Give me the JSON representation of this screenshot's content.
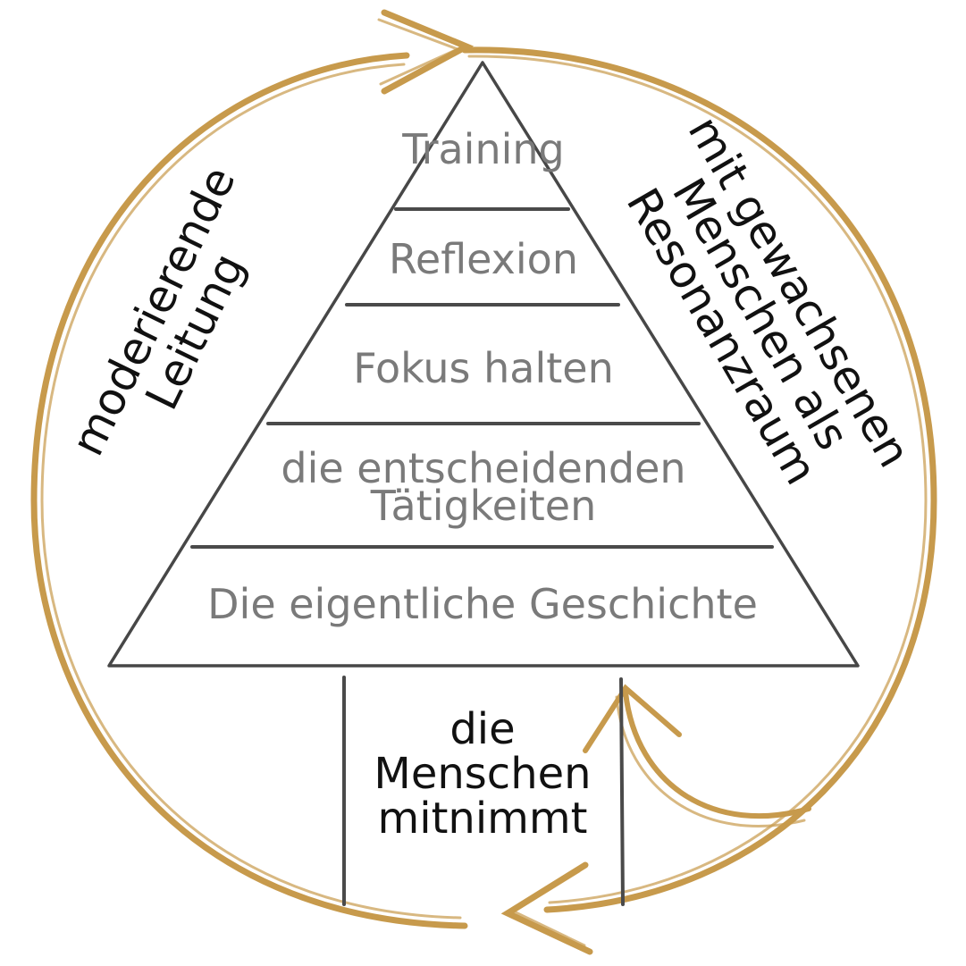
{
  "colors": {
    "ring": "#c79a4c",
    "level_text": "#7a7a7a",
    "side_text": "#111111",
    "lines": "#474747"
  },
  "pyramid": {
    "levels": [
      {
        "lines": [
          "Training"
        ]
      },
      {
        "lines": [
          "Reflexion"
        ]
      },
      {
        "lines": [
          "Fokus halten"
        ]
      },
      {
        "lines": [
          "die entscheidenden",
          "Tätigkeiten"
        ]
      },
      {
        "lines": [
          "Die eigentliche Geschichte"
        ]
      }
    ]
  },
  "left_label": {
    "lines": [
      "moderierende",
      "Leitung"
    ]
  },
  "right_label": {
    "lines": [
      "mit gewachsenen",
      "Menschen als",
      "Resonanzraum"
    ]
  },
  "base_label": {
    "lines": [
      "die",
      "Menschen",
      "mitnimmt"
    ]
  },
  "icons": {
    "cycle": "circular-arrow-icon",
    "return": "curved-return-arrow-icon"
  }
}
